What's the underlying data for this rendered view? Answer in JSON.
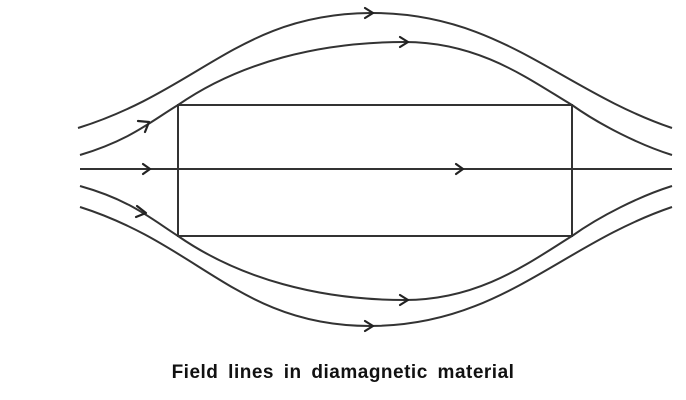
{
  "diagram": {
    "caption": "Field lines in diamagnetic material",
    "line_color": "#333333",
    "field_line_count": 5,
    "flow_direction": "left-to-right"
  }
}
